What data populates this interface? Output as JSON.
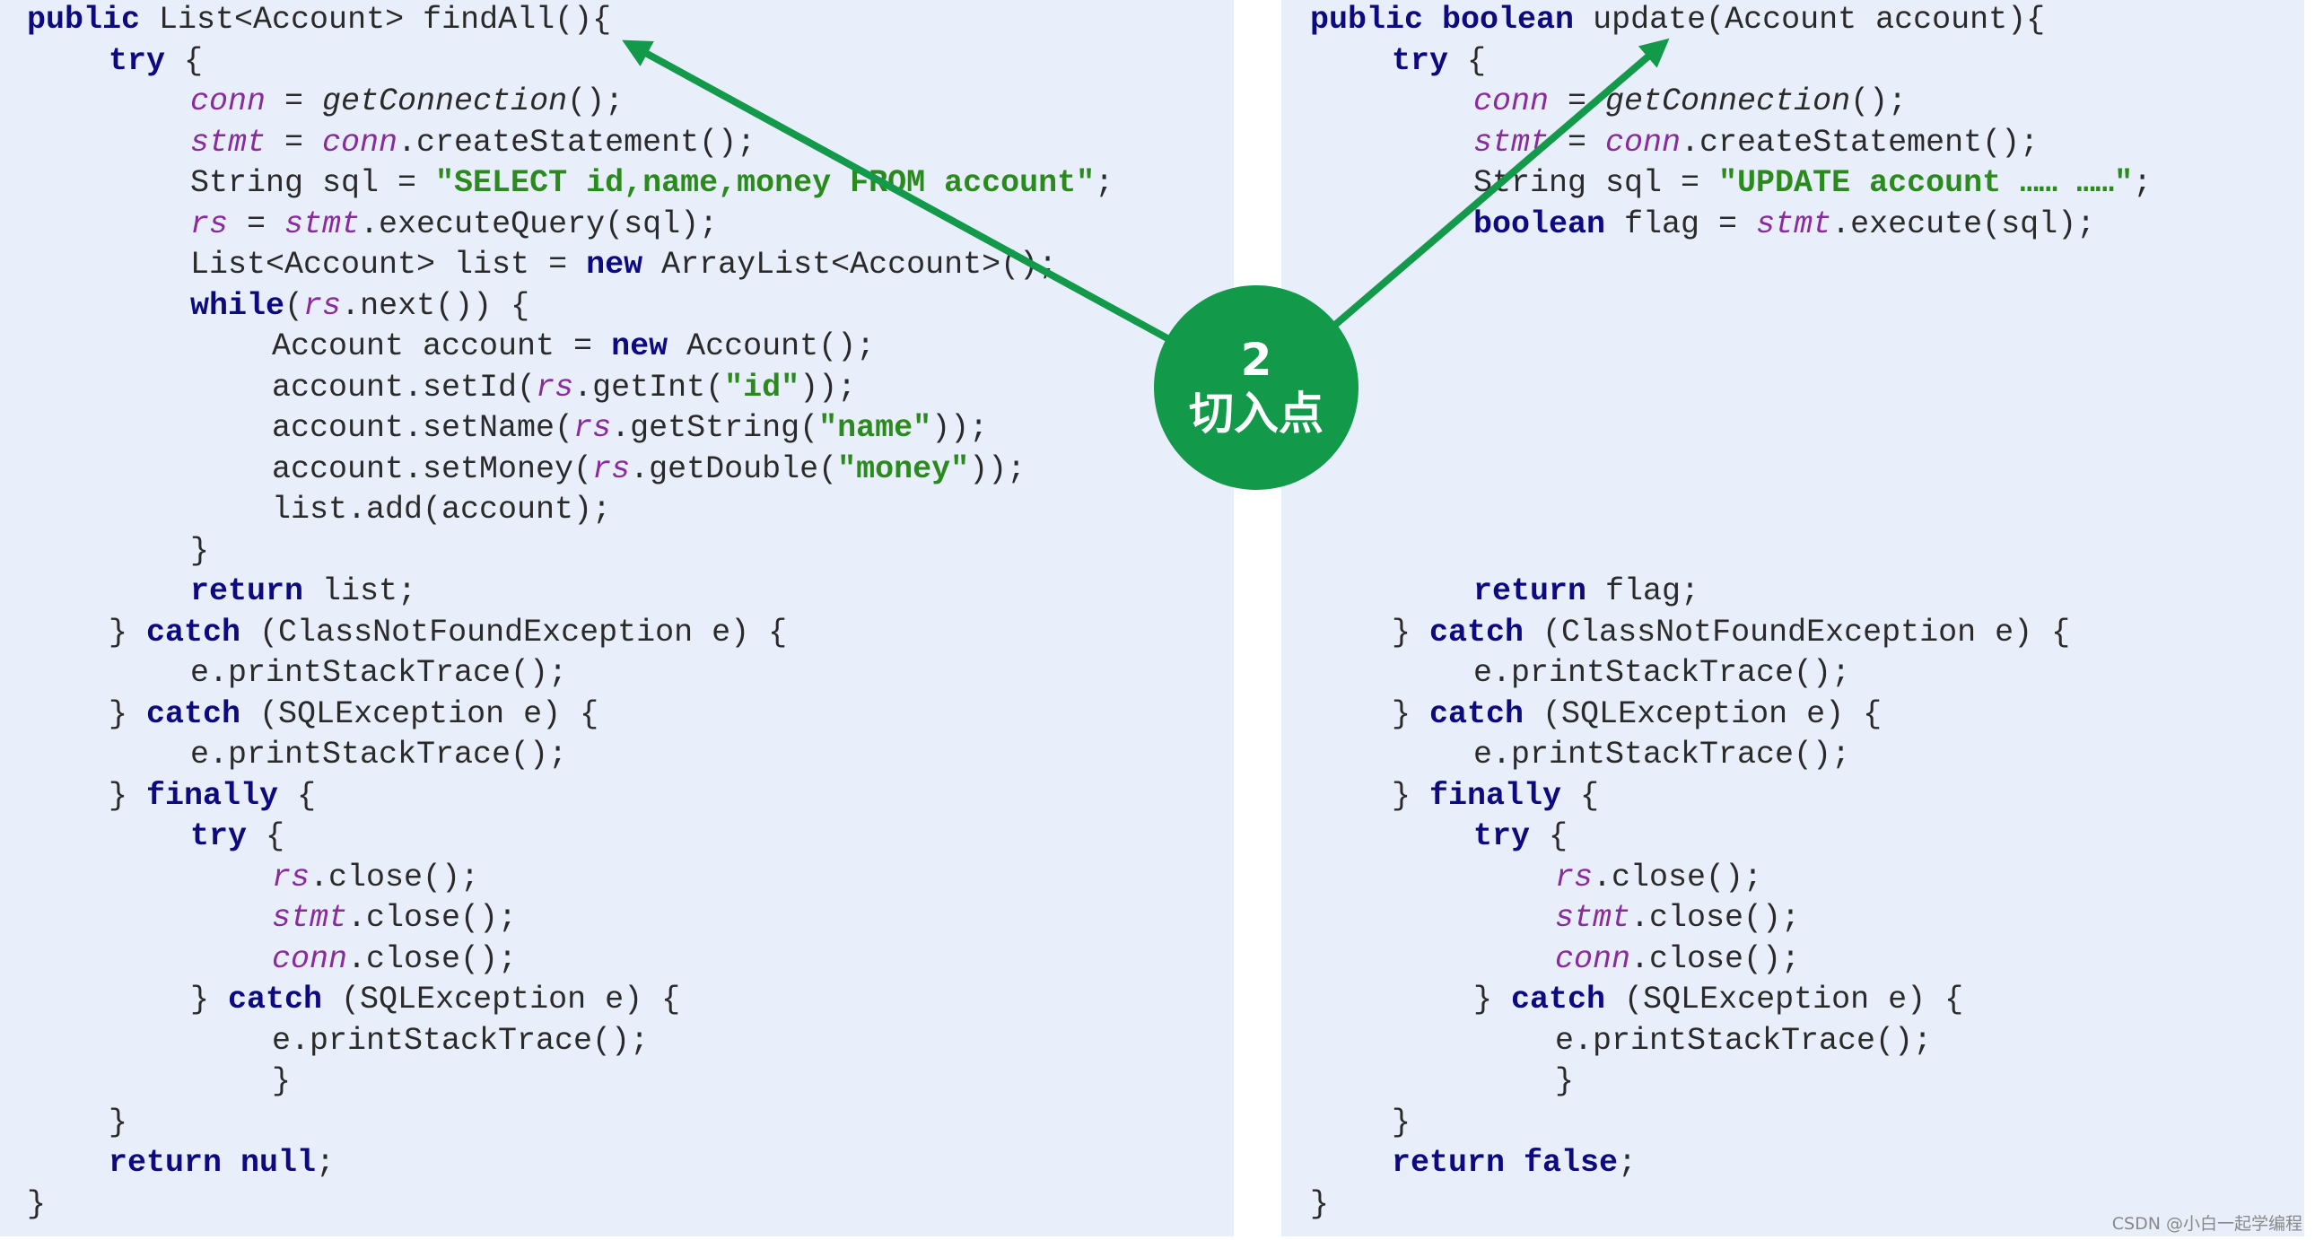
{
  "colors": {
    "panel_bg": "#e8effb",
    "keyword": "#0d0a80",
    "field": "#8a2b9c",
    "string": "#2b8a1d",
    "text": "#2a2a2a",
    "badge": "#12994a",
    "arrow": "#12994a"
  },
  "left_code": [
    {
      "indent": 0,
      "tokens": [
        [
          "kw",
          "public "
        ],
        [
          "plain",
          "List<Account> findAll(){"
        ]
      ]
    },
    {
      "indent": 2,
      "tokens": [
        [
          "kw",
          "try"
        ],
        [
          "plain",
          " {"
        ]
      ]
    },
    {
      "indent": 4,
      "tokens": [
        [
          "fld",
          "conn"
        ],
        [
          "plain",
          " = "
        ],
        [
          "mth",
          "getConnection"
        ],
        [
          "plain",
          "();"
        ]
      ]
    },
    {
      "indent": 4,
      "tokens": [
        [
          "fld",
          "stmt"
        ],
        [
          "plain",
          " = "
        ],
        [
          "fld",
          "conn"
        ],
        [
          "plain",
          ".createStatement();"
        ]
      ]
    },
    {
      "indent": 4,
      "tokens": [
        [
          "plain",
          "String sql = "
        ],
        [
          "str",
          "\"SELECT id,name,money FROM account\""
        ],
        [
          "plain",
          ";"
        ]
      ]
    },
    {
      "indent": 4,
      "tokens": [
        [
          "fld",
          "rs"
        ],
        [
          "plain",
          " = "
        ],
        [
          "fld",
          "stmt"
        ],
        [
          "plain",
          ".executeQuery(sql);"
        ]
      ]
    },
    {
      "indent": 4,
      "tokens": [
        [
          "plain",
          "List<Account> list = "
        ],
        [
          "kw",
          "new"
        ],
        [
          "plain",
          " ArrayList<Account>();"
        ]
      ]
    },
    {
      "indent": 4,
      "tokens": [
        [
          "kw",
          "while"
        ],
        [
          "plain",
          "("
        ],
        [
          "fld",
          "rs"
        ],
        [
          "plain",
          ".next()) {"
        ]
      ]
    },
    {
      "indent": 6,
      "tokens": [
        [
          "plain",
          "Account account = "
        ],
        [
          "kw",
          "new"
        ],
        [
          "plain",
          " Account();"
        ]
      ]
    },
    {
      "indent": 6,
      "tokens": [
        [
          "plain",
          "account.setId("
        ],
        [
          "fld",
          "rs"
        ],
        [
          "plain",
          ".getInt("
        ],
        [
          "str",
          "\"id\""
        ],
        [
          "plain",
          "));"
        ]
      ]
    },
    {
      "indent": 6,
      "tokens": [
        [
          "plain",
          "account.setName("
        ],
        [
          "fld",
          "rs"
        ],
        [
          "plain",
          ".getString("
        ],
        [
          "str",
          "\"name\""
        ],
        [
          "plain",
          "));"
        ]
      ]
    },
    {
      "indent": 6,
      "tokens": [
        [
          "plain",
          "account.setMoney("
        ],
        [
          "fld",
          "rs"
        ],
        [
          "plain",
          ".getDouble("
        ],
        [
          "str",
          "\"money\""
        ],
        [
          "plain",
          "));"
        ]
      ]
    },
    {
      "indent": 6,
      "tokens": [
        [
          "plain",
          "list.add(account);"
        ]
      ]
    },
    {
      "indent": 4,
      "tokens": [
        [
          "plain",
          "}"
        ]
      ]
    },
    {
      "indent": 4,
      "tokens": [
        [
          "kw",
          "return"
        ],
        [
          "plain",
          " list;"
        ]
      ]
    },
    {
      "indent": 2,
      "tokens": [
        [
          "plain",
          "} "
        ],
        [
          "kw",
          "catch"
        ],
        [
          "plain",
          " (ClassNotFoundException e) {"
        ]
      ]
    },
    {
      "indent": 4,
      "tokens": [
        [
          "plain",
          "e.printStackTrace();"
        ]
      ]
    },
    {
      "indent": 2,
      "tokens": [
        [
          "plain",
          "} "
        ],
        [
          "kw",
          "catch"
        ],
        [
          "plain",
          " (SQLException e) {"
        ]
      ]
    },
    {
      "indent": 4,
      "tokens": [
        [
          "plain",
          "e.printStackTrace();"
        ]
      ]
    },
    {
      "indent": 2,
      "tokens": [
        [
          "plain",
          "} "
        ],
        [
          "kw",
          "finally"
        ],
        [
          "plain",
          " {"
        ]
      ]
    },
    {
      "indent": 4,
      "tokens": [
        [
          "kw",
          "try"
        ],
        [
          "plain",
          " {"
        ]
      ]
    },
    {
      "indent": 6,
      "tokens": [
        [
          "fld",
          "rs"
        ],
        [
          "plain",
          ".close();"
        ]
      ]
    },
    {
      "indent": 6,
      "tokens": [
        [
          "fld",
          "stmt"
        ],
        [
          "plain",
          ".close();"
        ]
      ]
    },
    {
      "indent": 6,
      "tokens": [
        [
          "fld",
          "conn"
        ],
        [
          "plain",
          ".close();"
        ]
      ]
    },
    {
      "indent": 4,
      "tokens": [
        [
          "plain",
          "} "
        ],
        [
          "kw",
          "catch"
        ],
        [
          "plain",
          " (SQLException e) {"
        ]
      ]
    },
    {
      "indent": 6,
      "tokens": [
        [
          "plain",
          "e.printStackTrace();"
        ]
      ]
    },
    {
      "indent": 6,
      "tokens": [
        [
          "plain",
          "}"
        ]
      ]
    },
    {
      "indent": 2,
      "tokens": [
        [
          "plain",
          "}"
        ]
      ]
    },
    {
      "indent": 2,
      "tokens": [
        [
          "kw",
          "return null"
        ],
        [
          "plain",
          ";"
        ]
      ]
    },
    {
      "indent": 0,
      "tokens": [
        [
          "plain",
          "}"
        ]
      ]
    }
  ],
  "right_code": [
    {
      "indent": 0,
      "tokens": [
        [
          "kw",
          "public boolean "
        ],
        [
          "plain",
          "update(Account account){"
        ]
      ]
    },
    {
      "indent": 2,
      "tokens": [
        [
          "kw",
          "try"
        ],
        [
          "plain",
          " {"
        ]
      ]
    },
    {
      "indent": 4,
      "tokens": [
        [
          "fld",
          "conn"
        ],
        [
          "plain",
          " = "
        ],
        [
          "mth",
          "getConnection"
        ],
        [
          "plain",
          "();"
        ]
      ]
    },
    {
      "indent": 4,
      "tokens": [
        [
          "fld",
          "stmt"
        ],
        [
          "plain",
          " = "
        ],
        [
          "fld",
          "conn"
        ],
        [
          "plain",
          ".createStatement();"
        ]
      ]
    },
    {
      "indent": 4,
      "tokens": [
        [
          "plain",
          "String sql = "
        ],
        [
          "str",
          "\"UPDATE account …… ……\""
        ],
        [
          "plain",
          ";"
        ]
      ]
    },
    {
      "indent": 4,
      "tokens": [
        [
          "kw",
          "boolean"
        ],
        [
          "plain",
          " flag = "
        ],
        [
          "fld",
          "stmt"
        ],
        [
          "plain",
          ".execute(sql);"
        ]
      ]
    },
    {
      "indent": 4,
      "tokens": []
    },
    {
      "indent": 4,
      "tokens": []
    },
    {
      "indent": 4,
      "tokens": []
    },
    {
      "indent": 4,
      "tokens": []
    },
    {
      "indent": 4,
      "tokens": []
    },
    {
      "indent": 4,
      "tokens": []
    },
    {
      "indent": 4,
      "tokens": []
    },
    {
      "indent": 4,
      "tokens": []
    },
    {
      "indent": 4,
      "tokens": [
        [
          "kw",
          "return"
        ],
        [
          "plain",
          " flag;"
        ]
      ]
    },
    {
      "indent": 2,
      "tokens": [
        [
          "plain",
          "} "
        ],
        [
          "kw",
          "catch"
        ],
        [
          "plain",
          " (ClassNotFoundException e) {"
        ]
      ]
    },
    {
      "indent": 4,
      "tokens": [
        [
          "plain",
          "e.printStackTrace();"
        ]
      ]
    },
    {
      "indent": 2,
      "tokens": [
        [
          "plain",
          "} "
        ],
        [
          "kw",
          "catch"
        ],
        [
          "plain",
          " (SQLException e) {"
        ]
      ]
    },
    {
      "indent": 4,
      "tokens": [
        [
          "plain",
          "e.printStackTrace();"
        ]
      ]
    },
    {
      "indent": 2,
      "tokens": [
        [
          "plain",
          "} "
        ],
        [
          "kw",
          "finally"
        ],
        [
          "plain",
          " {"
        ]
      ]
    },
    {
      "indent": 4,
      "tokens": [
        [
          "kw",
          "try"
        ],
        [
          "plain",
          " {"
        ]
      ]
    },
    {
      "indent": 6,
      "tokens": [
        [
          "fld",
          "rs"
        ],
        [
          "plain",
          ".close();"
        ]
      ]
    },
    {
      "indent": 6,
      "tokens": [
        [
          "fld",
          "stmt"
        ],
        [
          "plain",
          ".close();"
        ]
      ]
    },
    {
      "indent": 6,
      "tokens": [
        [
          "fld",
          "conn"
        ],
        [
          "plain",
          ".close();"
        ]
      ]
    },
    {
      "indent": 4,
      "tokens": [
        [
          "plain",
          "} "
        ],
        [
          "kw",
          "catch"
        ],
        [
          "plain",
          " (SQLException e) {"
        ]
      ]
    },
    {
      "indent": 6,
      "tokens": [
        [
          "plain",
          "e.printStackTrace();"
        ]
      ]
    },
    {
      "indent": 6,
      "tokens": [
        [
          "plain",
          "}"
        ]
      ]
    },
    {
      "indent": 2,
      "tokens": [
        [
          "plain",
          "}"
        ]
      ]
    },
    {
      "indent": 2,
      "tokens": [
        [
          "kw",
          "return false"
        ],
        [
          "plain",
          ";"
        ]
      ]
    },
    {
      "indent": 0,
      "tokens": [
        [
          "plain",
          "}"
        ]
      ]
    }
  ],
  "badge": {
    "number": "2",
    "label": "切入点"
  },
  "watermark": "CSDN @小白一起学编程"
}
